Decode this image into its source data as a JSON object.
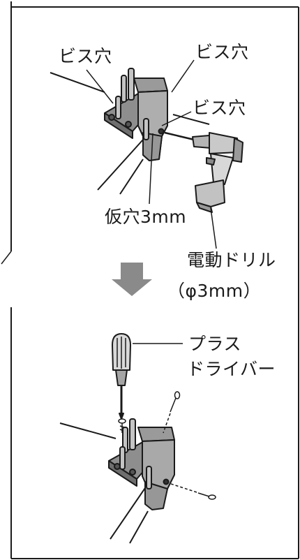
{
  "labels": {
    "screw_hole_left": "ビス穴",
    "screw_hole_top_right": "ビス穴",
    "screw_hole_mid": "ビス穴",
    "pilot_hole": "仮穴3mm",
    "drill_line1": "電動ドリル",
    "drill_line2": "（φ3mm）",
    "screwdriver_line1": "プラス",
    "screwdriver_line2": "ドライバー"
  },
  "colors": {
    "line": "#1a1a1a",
    "part_fill": "#a6a6a6",
    "part_shadow": "#7d7d7d",
    "arrow": "#8a8a8a"
  }
}
